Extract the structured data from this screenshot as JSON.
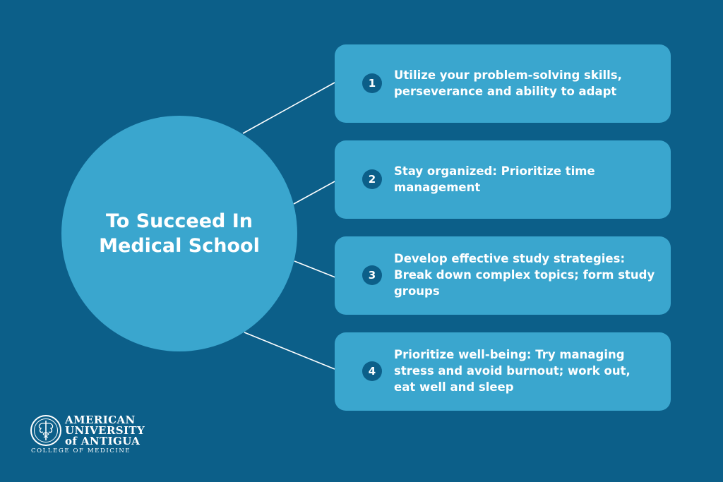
{
  "hub": {
    "title": "To Succeed In Medical School"
  },
  "items": [
    {
      "number": "1",
      "text": "Utilize your problem-solving skills, perseverance and ability to adapt"
    },
    {
      "number": "2",
      "text": "Stay organized: Prioritize time management"
    },
    {
      "number": "3",
      "text": "Develop effective study strategies: Break down complex topics; form study groups"
    },
    {
      "number": "4",
      "text": "Prioritize well-being: Try managing stress and avoid burnout; work out, eat well and sleep"
    }
  ],
  "logo": {
    "line1": "AMERICAN",
    "line2": "UNIVERSITY",
    "line3": "of ANTIGUA",
    "subtitle": "COLLEGE OF MEDICINE"
  },
  "colors": {
    "background": "#0c5f89",
    "card": "#3aa6ce",
    "text": "#ffffff"
  },
  "icons": {
    "logo_seal": "university-seal-icon"
  }
}
